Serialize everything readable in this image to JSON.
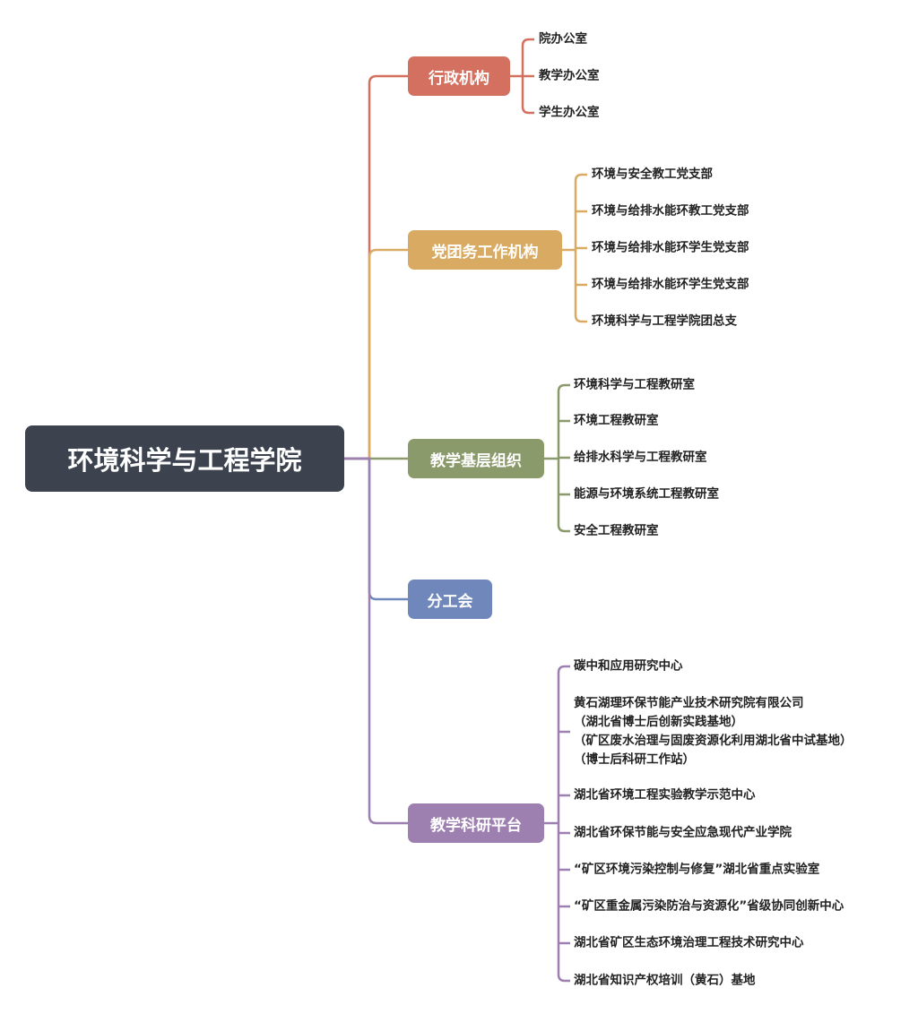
{
  "root": {
    "label": "环境科学与工程学院",
    "color": "#3c434f"
  },
  "branches": [
    {
      "label": "行政机构",
      "color": "#d4705f",
      "items": [
        "院办公室",
        "教学办公室",
        "学生办公室"
      ]
    },
    {
      "label": "党团务工作机构",
      "color": "#d9ab62",
      "items": [
        "环境与安全教工党支部",
        "环境与给排水能环教工党支部",
        "环境与给排水能环学生党支部",
        "环境与给排水能环学生党支部",
        "环境科学与工程学院团总支"
      ]
    },
    {
      "label": "教学基层组织",
      "color": "#8a9a6a",
      "items": [
        "环境科学与工程教研室",
        "环境工程教研室",
        "给排水科学与工程教研室",
        "能源与环境系统工程教研室",
        "安全工程教研室"
      ]
    },
    {
      "label": "分工会",
      "color": "#6f87bb",
      "items": []
    },
    {
      "label": "教学科研平台",
      "color": "#9d7fb0",
      "items": [
        "碳中和应用研究中心",
        "黄石湖理环保节能产业技术研究院有限公司\n（湖北省博士后创新实践基地）\n（矿区废水治理与固废资源化利用湖北省中试基地）\n（博士后科研工作站）",
        "湖北省环境工程实验教学示范中心",
        "湖北省环保节能与安全应急现代产业学院",
        "“矿区环境污染控制与修复”湖北省重点实验室",
        "“矿区重金属污染防治与资源化”省级协同创新中心",
        "湖北省矿区生态环境治理工程技术研究中心",
        "湖北省知识产权培训（黄石）基地"
      ]
    }
  ]
}
